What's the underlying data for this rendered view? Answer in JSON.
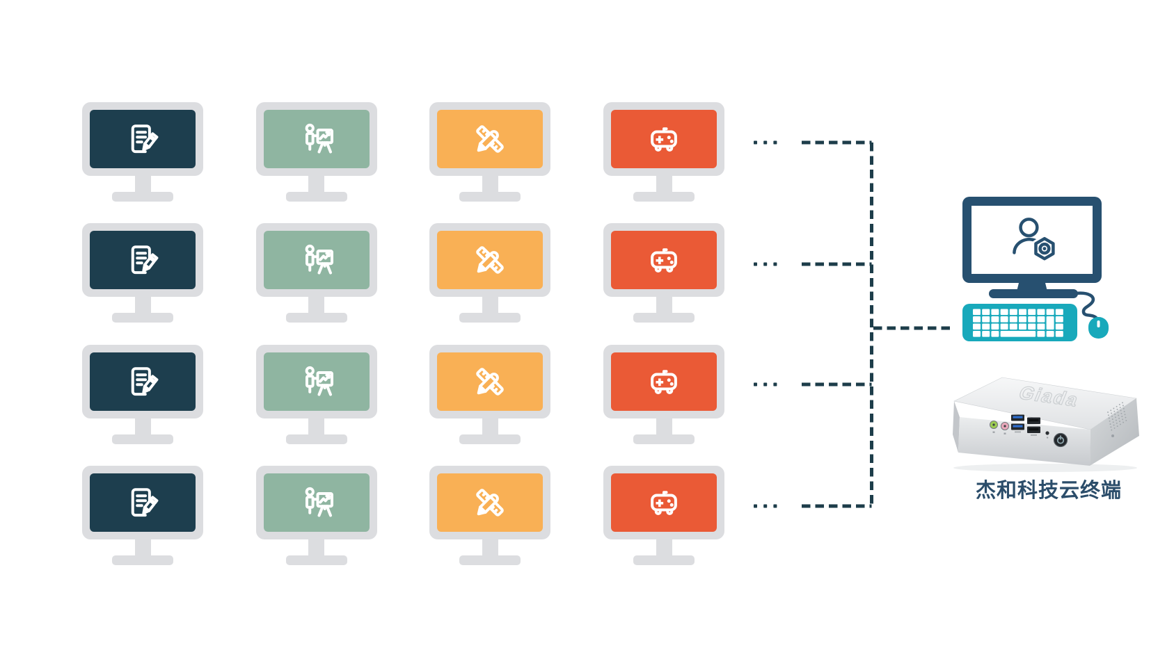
{
  "diagram": {
    "clients": {
      "rows": 4,
      "ellipsis": "...",
      "columns": [
        {
          "icon": "document-edit-icon",
          "screen_color": "#1d3e4e"
        },
        {
          "icon": "presentation-chart-icon",
          "screen_color": "#8fb5a1"
        },
        {
          "icon": "ruler-pencil-icon",
          "screen_color": "#f9b055"
        },
        {
          "icon": "gamepad-icon",
          "screen_color": "#ea5a36"
        }
      ]
    },
    "connector": {
      "color": "#1d3d4a"
    },
    "server": {
      "label": "杰和科技云终端",
      "monitor_icon": "user-gear-icon",
      "pc_embossed_brand": "Giada",
      "accent_navy": "#275070",
      "accent_teal": "#18a9bb"
    },
    "colors": {
      "background": "#ffffff",
      "monitor_bezel": "#dcdde0",
      "label_text": "#2b4d6a"
    }
  }
}
